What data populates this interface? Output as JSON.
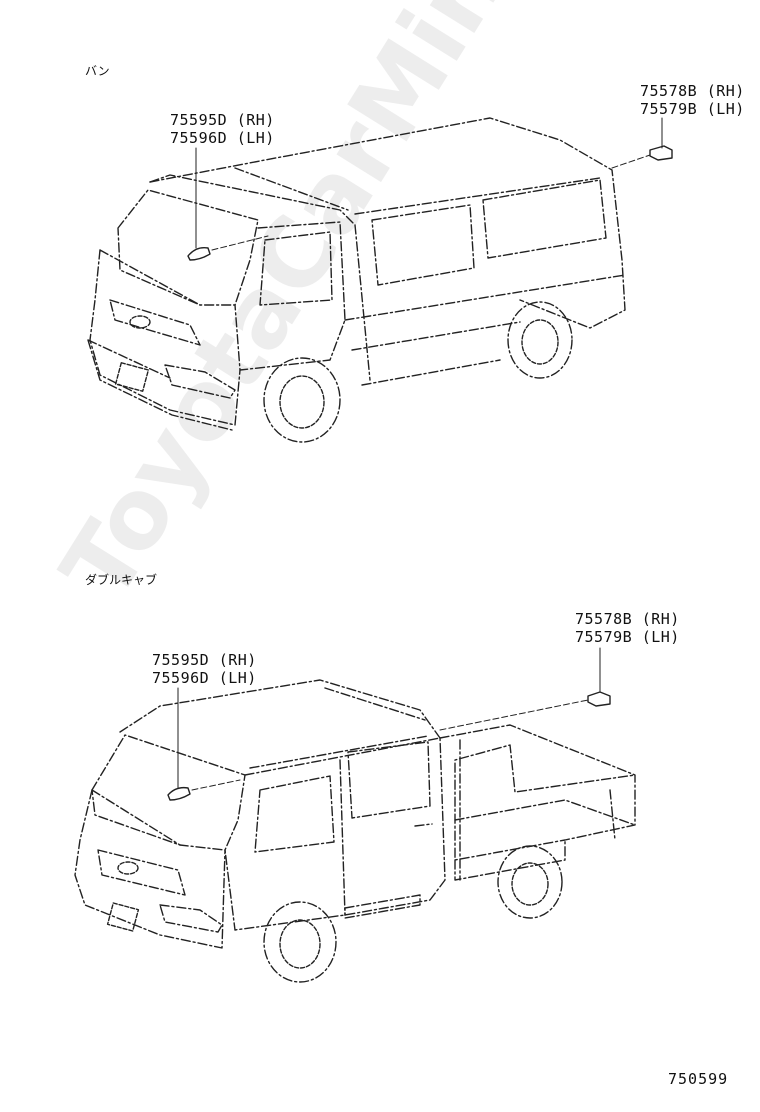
{
  "watermark": "ToyotaCarMine.ru",
  "sections": {
    "van": {
      "label": "バン",
      "parts_front": [
        "75595D (RH)",
        "75596D (LH)"
      ],
      "parts_rear": [
        "75578B (RH)",
        "75579B (LH)"
      ]
    },
    "double_cab": {
      "label": "ダブルキャブ",
      "parts_front": [
        "75595D (RH)",
        "75596D (LH)"
      ],
      "parts_rear": [
        "75578B (RH)",
        "75579B (LH)"
      ]
    }
  },
  "figure_id": "750599"
}
